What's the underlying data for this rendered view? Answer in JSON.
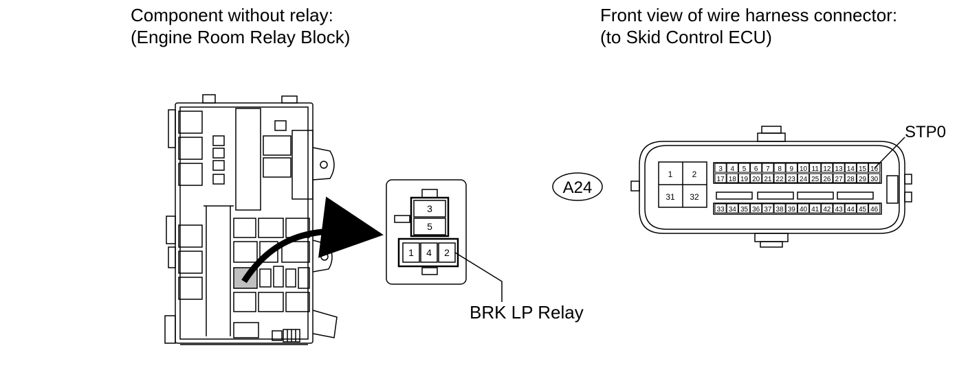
{
  "left_title": {
    "line1": "Component without relay:",
    "line2": "(Engine Room Relay Block)"
  },
  "right_title": {
    "line1": "Front view of wire harness connector:",
    "line2": "(to Skid Control ECU)"
  },
  "relay_socket": {
    "pins_top": [
      "3",
      "5"
    ],
    "pins_bottom": [
      "1",
      "4",
      "2"
    ],
    "callout": "BRK LP Relay"
  },
  "ecu_connector": {
    "code": "A24",
    "left_pins": [
      "1",
      "2",
      "31",
      "32"
    ],
    "row1_pins": [
      "3",
      "4",
      "5",
      "6",
      "7",
      "8",
      "9",
      "10",
      "11",
      "12",
      "13",
      "14",
      "15",
      "16"
    ],
    "row2_pins": [
      "17",
      "18",
      "19",
      "20",
      "21",
      "22",
      "23",
      "24",
      "25",
      "26",
      "27",
      "28",
      "29",
      "30"
    ],
    "row3_pins": [
      "33",
      "34",
      "35",
      "36",
      "37",
      "38",
      "39",
      "40",
      "41",
      "42",
      "43",
      "44",
      "45",
      "46"
    ],
    "callout": "STP0"
  }
}
